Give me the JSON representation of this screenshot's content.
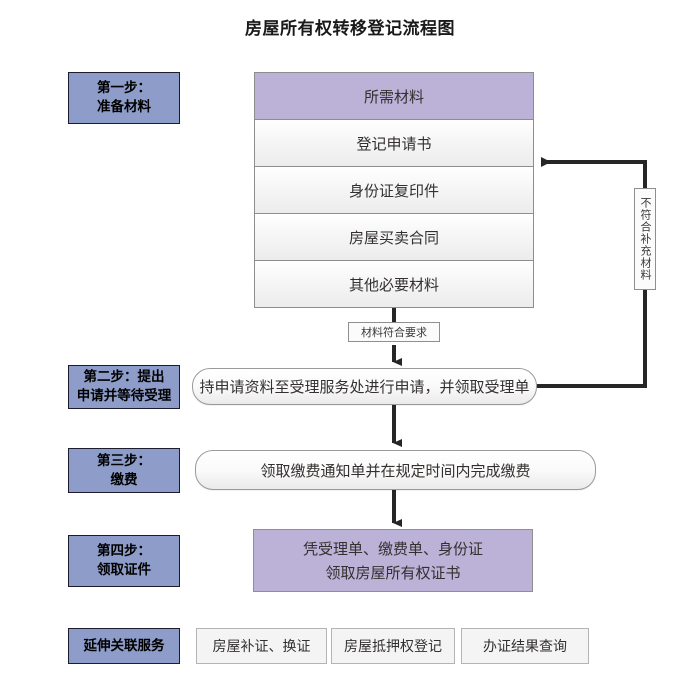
{
  "page": {
    "title": "房屋所有权转移登记流程图"
  },
  "steps": [
    {
      "id": "step-1",
      "line1": "第一步：",
      "line2": "准备材料"
    },
    {
      "id": "step-2",
      "line1": "第二步：提出",
      "line2": "申请并等待受理"
    },
    {
      "id": "step-3",
      "line1": "第三步：",
      "line2": "缴费"
    },
    {
      "id": "step-4",
      "line1": "第四步：",
      "line2": "领取证件"
    },
    {
      "id": "ext",
      "line1": "延伸关联服务",
      "line2": ""
    }
  ],
  "materials": {
    "header": "所需材料",
    "items": [
      "登记申请书",
      "身份证复印件",
      "房屋买卖合同",
      "其他必要材料"
    ]
  },
  "process": {
    "step2_text": "持申请资料至受理服务处进行申请，并领取受理单",
    "step3_text": "领取缴费通知单并在规定时间内完成缴费",
    "step4_line1": "凭受理单、缴费单、身份证",
    "step4_line2": "领取房屋所有权证书"
  },
  "edges": {
    "pass_label": "材料符合要求",
    "fail_label": "不符合补充材料"
  },
  "extension_services": [
    "房屋补证、换证",
    "房屋抵押权登记",
    "办证结果查询"
  ],
  "colors": {
    "step_label_bg": "#8d9cc8",
    "purple_bg": "#bcb1d6",
    "row_bg": "#f4f4f4",
    "connector": "#262626",
    "border": "#8d8d8d"
  }
}
